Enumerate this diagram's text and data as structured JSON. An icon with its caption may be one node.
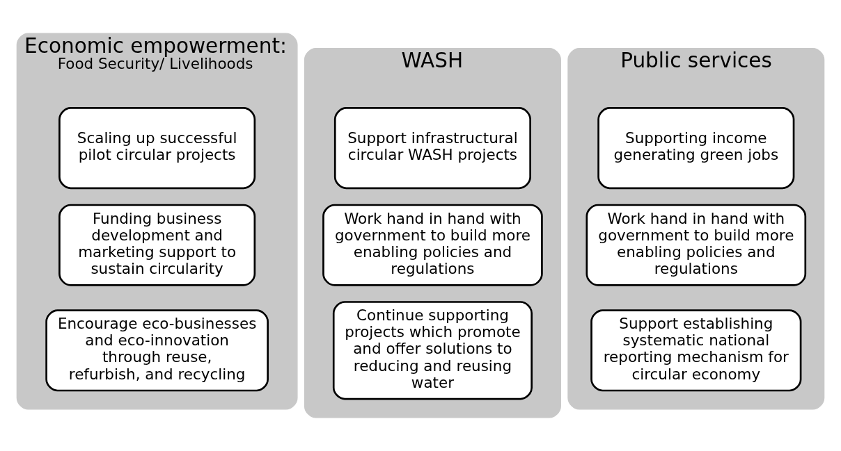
{
  "diagram": {
    "nodes": [
      {
        "text": [
          "Economic empowerment:",
          "Food Security/ Livelihoods"
        ]
      },
      {
        "text": [
          "Scaling up successful pilot circular projects"
        ],
        "in": 0
      },
      {
        "text": [
          "Funding business development and marketing support to sustain circularity"
        ],
        "in": 0
      },
      {
        "text": [
          "Encourage eco-businesses and eco-innovation through reuse, refurbish, and recycling"
        ],
        "in": 0
      },
      {
        "text": [
          "WASH"
        ]
      },
      {
        "text": [
          "Support infrastructural circular WASH projects"
        ],
        "in": 4
      },
      {
        "text": [
          "Work hand in hand with government to build more enabling policies and regulations"
        ],
        "in": 4
      },
      {
        "text": [
          "Continue supporting projects which promote and offer solutions to reducing and reusing water"
        ],
        "in": 4
      },
      {
        "text": [
          "Public services"
        ]
      },
      {
        "text": [
          "Supporting income generating green jobs"
        ],
        "in": 8
      },
      {
        "text": [
          "Work hand in hand with government to build more enabling policies and regulations"
        ],
        "in": 8
      },
      {
        "text": [
          "Support establishing systematic national reporting mechanism for circular economy"
        ],
        "in": 8
      }
    ],
    "edges": []
  }
}
